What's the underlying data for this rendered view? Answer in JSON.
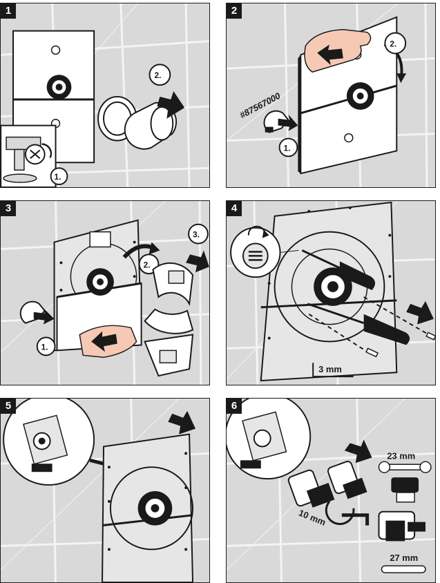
{
  "panels": [
    {
      "number": "1",
      "callouts": [
        "1.",
        "2."
      ]
    },
    {
      "number": "2",
      "part_number": "#87567000",
      "callouts": [
        "1.",
        "2."
      ]
    },
    {
      "number": "3",
      "callouts": [
        "1.",
        "2.",
        "3."
      ]
    },
    {
      "number": "4",
      "tool_size": "3 mm"
    },
    {
      "number": "5"
    },
    {
      "number": "6",
      "tool_sizes": [
        "23 mm",
        "10 mm",
        "27 mm"
      ]
    }
  ],
  "colors": {
    "wall": "#d9d9d9",
    "grout": "#f4f4f4",
    "outline": "#1a1a1a",
    "hand": "#f6c9b5",
    "arrow": "#1a1a1a"
  }
}
